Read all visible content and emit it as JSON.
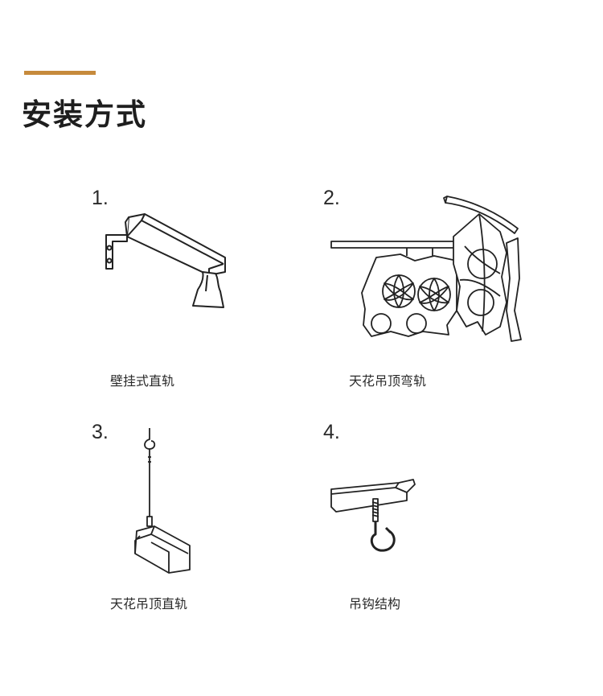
{
  "header": {
    "title": "安装方式",
    "accent_color": "#c68a3c"
  },
  "methods": [
    {
      "number": "1.",
      "caption": "壁挂式直轨",
      "icon": "wall-mounted-straight-rail-icon"
    },
    {
      "number": "2.",
      "caption": "天花吊顶弯轨",
      "icon": "ceiling-curved-rail-icon"
    },
    {
      "number": "3.",
      "caption": "天花吊顶直轨",
      "icon": "ceiling-hung-straight-rail-icon"
    },
    {
      "number": "4.",
      "caption": "吊钩结构",
      "icon": "hook-structure-icon"
    }
  ]
}
